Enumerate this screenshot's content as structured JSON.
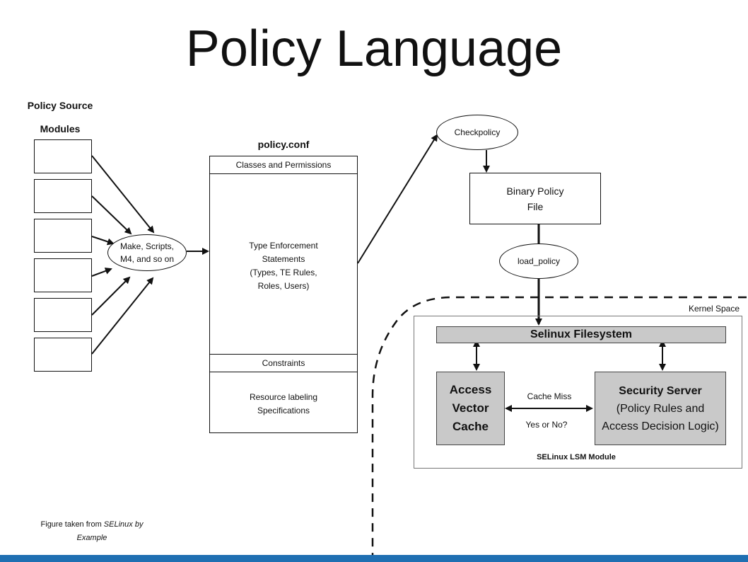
{
  "title": "Policy Language",
  "policy_source": {
    "heading_line1": "Policy Source",
    "heading_line2": "Modules"
  },
  "make_scripts": {
    "line1": "Make, Scripts,",
    "line2": "M4, and so on"
  },
  "policy_conf": {
    "heading": "policy.conf",
    "classes": "Classes and Permissions",
    "te_line1": "Type Enforcement",
    "te_line2": "Statements",
    "te_line3": "(Types, TE Rules,",
    "te_line4": "Roles, Users)",
    "constraints": "Constraints",
    "resource_line1": "Resource labeling",
    "resource_line2": "Specifications"
  },
  "checkpolicy": "Checkpolicy",
  "binary_policy": {
    "line1": "Binary Policy",
    "line2": "File"
  },
  "load_policy": "load_policy",
  "kernel_space": "Kernel Space",
  "lsm": {
    "filesystem": "Selinux Filesystem",
    "avc_line1": "Access",
    "avc_line2": "Vector",
    "avc_line3": "Cache",
    "cache_miss": "Cache Miss",
    "yes_or_no": "Yes or No?",
    "ss_line1": "Security Server",
    "ss_line2": "(Policy Rules and",
    "ss_line3": "Access Decision Logic)",
    "module_label": "SELinux LSM Module"
  },
  "caption": {
    "prefix": "Figure taken from ",
    "italic1": "SELinux by",
    "italic2": "Example"
  },
  "colors": {
    "bottom_bar": "#1f6fb2",
    "gray_box": "#c9c9c9"
  }
}
